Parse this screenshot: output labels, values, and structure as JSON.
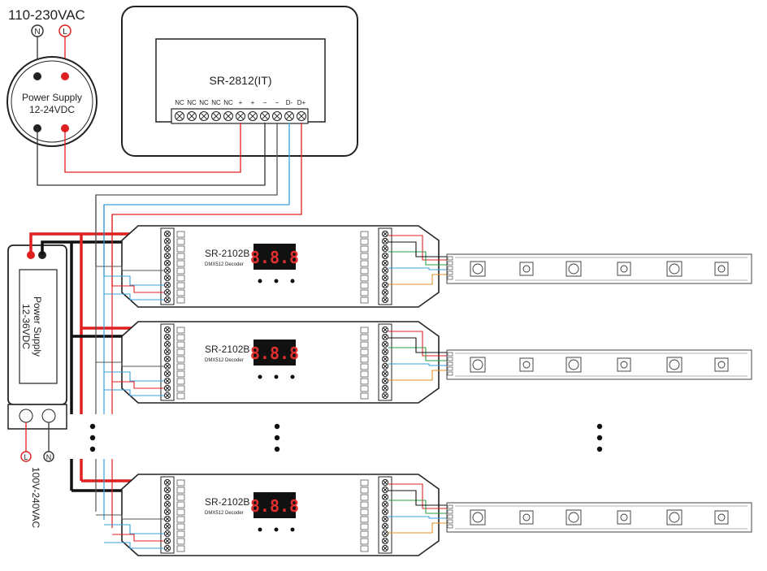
{
  "mains_top": {
    "voltage": "110-230VAC",
    "n": "N",
    "l": "L"
  },
  "psu_round": {
    "line1": "Power Supply",
    "line2": "12-24VDC"
  },
  "controller": {
    "model": "SR-2812(IT)",
    "terminals": [
      "NC",
      "NC",
      "NC",
      "NC",
      "NC",
      "+",
      "+",
      "−",
      "−",
      "D-",
      "D+"
    ]
  },
  "psu_side": {
    "line1": "Power Supply",
    "line2": "12-36VDC",
    "mains": "100V-240VAC",
    "n": "N",
    "l": "L"
  },
  "decoders": [
    {
      "model": "SR-2102B",
      "subtitle": "DMX512 Decoder",
      "display": "8.8.8"
    },
    {
      "model": "SR-2102B",
      "subtitle": "DMX512 Decoder",
      "display": "8.8.8"
    },
    {
      "model": "SR-2102B",
      "subtitle": "DMX512 Decoder",
      "display": "8.8.8"
    }
  ],
  "colors": {
    "red": "#e02020",
    "black": "#111111",
    "blue": "#3aa0d8",
    "green": "#2e9e4a",
    "orange": "#e8902a",
    "gray": "#555555"
  }
}
